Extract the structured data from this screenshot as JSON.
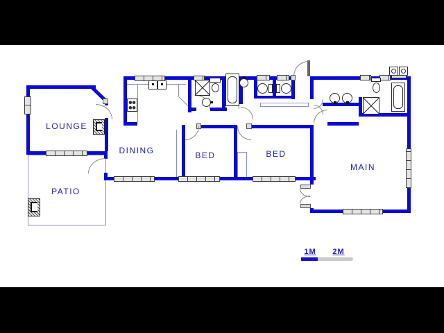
{
  "rooms": {
    "lounge": "LOUNGE",
    "patio": "PATIO",
    "dining": "DINING",
    "bed1": "BED",
    "bed2": "BED",
    "main": "MAIN"
  },
  "scale_bar": {
    "mark_1m": "1M",
    "mark_2m": "2M"
  },
  "colors": {
    "wall_blue": "#0a0ad0",
    "label_blue": "#2121bd",
    "light_outline_blue": "#8b8bd9",
    "window_gray": "#e4e4e4",
    "scale_blue": "#1212cc",
    "scale_gray": "#c9c9c9",
    "plan_background": "#ffffff",
    "letterbox_black": "#000000"
  },
  "fixtures": [
    "kitchen-sink",
    "stove",
    "fireplace",
    "braai",
    "shower",
    "toilet",
    "basin",
    "bathtub",
    "double-basin-vanity",
    "cupboard"
  ]
}
